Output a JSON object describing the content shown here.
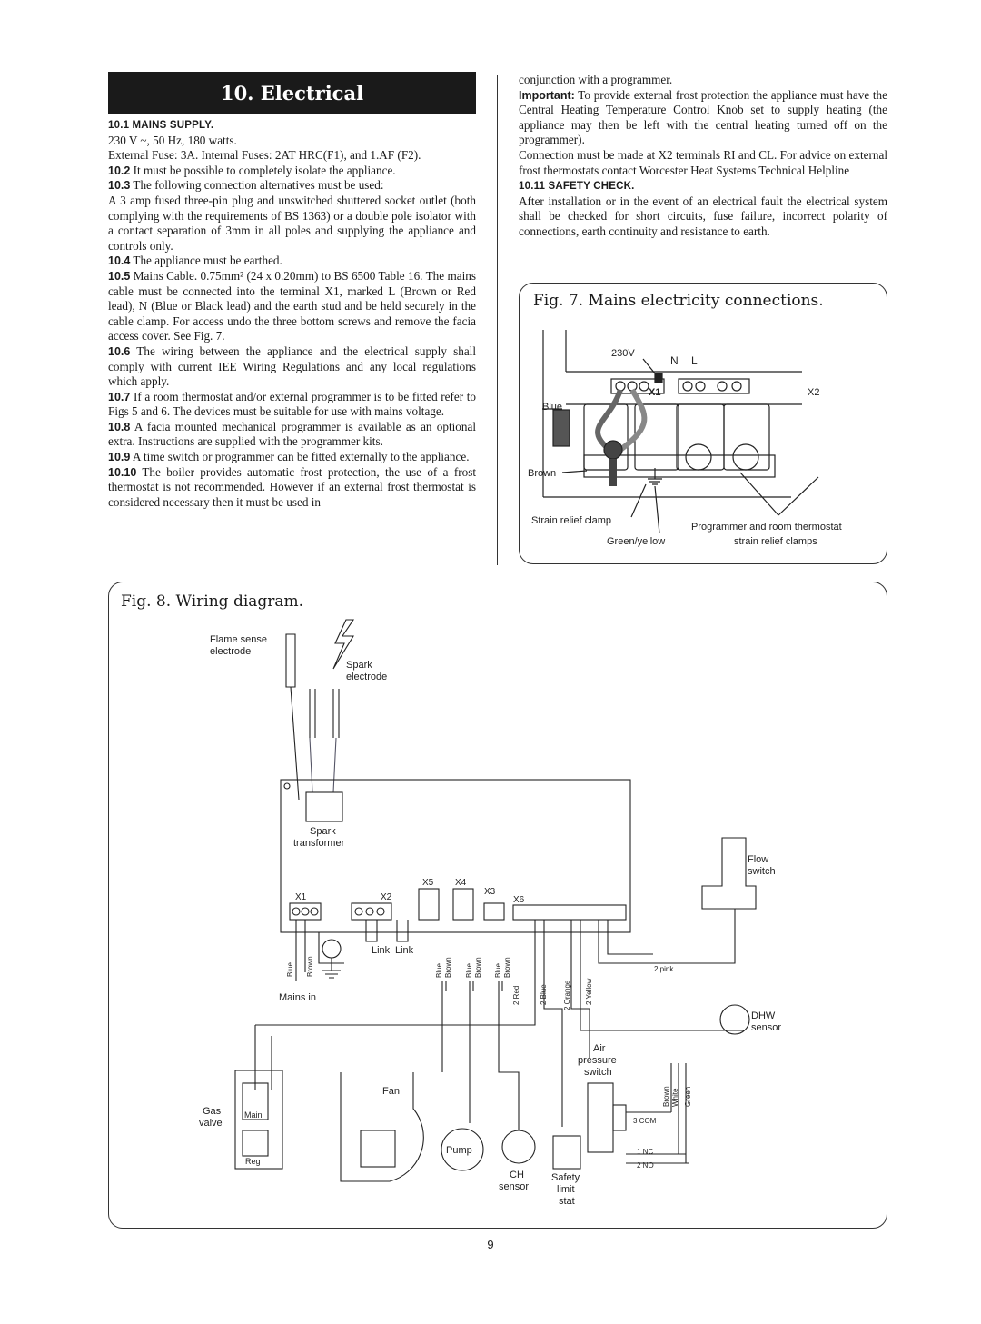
{
  "section": {
    "title": "10. Electrical"
  },
  "left": {
    "s1_heading": "MAINS SUPPLY.",
    "s1_num": "10.1",
    "s1_line1": "230 V ~, 50 Hz, 180 watts.",
    "s1_line2": "External Fuse: 3A. Internal Fuses: 2AT HRC(F1), and 1.AF (F2).",
    "p2_num": "10.2",
    "p2": "It must be possible to completely isolate the appliance.",
    "p3_num": "10.3",
    "p3": "The following connection alternatives must be used:",
    "p3b": "A 3 amp fused three-pin plug and unswitched shuttered socket outlet (both complying with the requirements of BS 1363) or a double pole isolator with a contact separation of 3mm in all poles and supplying the appliance and controls only.",
    "p4_num": "10.4",
    "p4": "The appliance must be earthed.",
    "p5_num": "10.5",
    "p5": "Mains Cable. 0.75mm² (24 x 0.20mm) to BS 6500 Table 16. The mains cable must be connected into the terminal X1, marked L (Brown or Red lead), N (Blue or Black lead) and the earth stud and be held securely in the cable clamp. For access undo the three bottom screws and remove the facia access cover. See Fig. 7.",
    "p6_num": "10.6",
    "p6": "The wiring between the appliance and the electrical supply shall comply with current IEE Wiring Regulations and any local regulations which apply.",
    "p7_num": "10.7",
    "p7": "If a room thermostat and/or external programmer is to be fitted refer to Figs 5 and 6. The devices must be suitable for use with mains voltage.",
    "p8_num": "10.8",
    "p8": "A facia mounted mechanical programmer is available as an optional extra. Instructions are supplied with the programmer kits.",
    "p9_num": "10.9",
    "p9": "A time switch or programmer can be fitted externally to the appliance.",
    "p10_num": "10.10",
    "p10": "The boiler provides automatic frost protection, the use of a frost thermostat is not recommended. However if an external frost thermostat is considered necessary then it must be used in"
  },
  "right": {
    "p10_cont": "conjunction with a programmer.",
    "imp_label": "Important:",
    "imp_text": "To provide external frost protection the appliance must have the Central Heating Temperature Control Knob set to supply heating (the appliance may then be left with the central heating turned off on the programmer).",
    "conn_text": "Connection must be made at X2 terminals RI and CL. For advice on external frost thermostats contact Worcester Heat Systems Technical Helpline",
    "s11_num": "10.11",
    "s11_heading": "SAFETY CHECK.",
    "s11_text": "After installation or in the event of an electrical fault the electrical system shall be checked for short circuits, fuse failure, incorrect polarity of connections, earth continuity and resistance to earth."
  },
  "fig7": {
    "title": "Fig. 7. Mains electricity connections.",
    "label_230v": "230V",
    "label_n": "N",
    "label_l": "L",
    "label_x1": "X1",
    "label_x2": "X2",
    "label_blue": "Blue",
    "label_brown": "Brown",
    "label_strain": "Strain relief clamp",
    "label_green": "Green/yellow",
    "label_prog1": "Programmer and room thermostat",
    "label_prog2": "strain relief clamps"
  },
  "fig8": {
    "title": "Fig. 8. Wiring diagram.",
    "flame1": "Flame sense",
    "flame2": "electrode",
    "spark1": "Spark",
    "spark2": "electrode",
    "trans1": "Spark",
    "trans2": "transformer",
    "x1": "X1",
    "x2": "X2",
    "x3": "X3",
    "x4": "X4",
    "x5": "X5",
    "x6": "X6",
    "blue": "Blue",
    "brown": "Brown",
    "link": "Link",
    "mains_in": "Mains in",
    "red2": "2 Red",
    "blue2": "2 Blue",
    "orange2": "2 Orange",
    "yellow2": "2 Yellow",
    "pink2": "2 pink",
    "flow1": "Flow",
    "flow2": "switch",
    "dhw1": "DHW",
    "dhw2": "sensor",
    "air1": "Air",
    "air2": "pressure",
    "air3": "switch",
    "white": "White",
    "green": "Green",
    "com3": "3 COM",
    "nc1": "1 NC",
    "no2": "2 NO",
    "gas1": "Gas",
    "gas2": "valve",
    "main": "Main",
    "reg": "Reg",
    "fan": "Fan",
    "pump": "Pump",
    "ch1": "CH",
    "ch2": "sensor",
    "safety1": "Safety",
    "safety2": "limit",
    "safety3": "stat"
  },
  "page_number": "9"
}
